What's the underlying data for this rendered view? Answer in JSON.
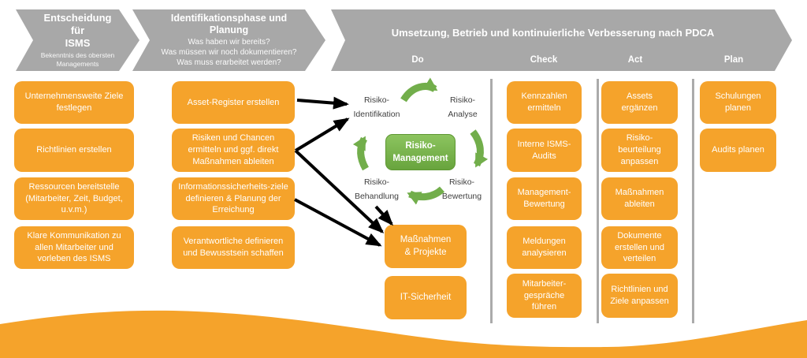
{
  "colors": {
    "orange": "#f5a32b",
    "gray": "#a8a8a8",
    "green_arrow": "#72ae4b",
    "green_box_top": "#8cc45f",
    "green_box_bottom": "#68a43d",
    "dark_text": "#3f3f3f"
  },
  "phase1": {
    "title": "Entscheidung für\nISMS",
    "subtitle": "Bekenntnis des obersten\nManagements"
  },
  "phase2": {
    "title": "Identifikationsphase und Planung",
    "line1": "Was haben wir bereits?",
    "line2": "Was müssen wir noch dokumentieren?",
    "line3": "Was muss erarbeitet werden?"
  },
  "phase3": {
    "title": "Umsetzung, Betrieb und kontinuierliche Verbesserung nach PDCA",
    "steps": [
      "Do",
      "Check",
      "Act",
      "Plan"
    ]
  },
  "decision_column": {
    "items": [
      "Unternehmensweite Ziele festlegen",
      "Richtlinien erstellen",
      "Ressourcen bereitstelle (Mitarbeiter, Zeit, Budget, u.v.m.)",
      "Klare Kommunikation zu allen Mitarbeiter und vorleben des ISMS"
    ]
  },
  "do_column": {
    "items": [
      "Asset-Register erstellen",
      "Risiken und Chancen ermitteln und ggf. direkt Maßnahmen ableiten",
      "Informationssicherheits-ziele definieren & Planung der Erreichung",
      "Verantwortliche definieren und Bewusstsein schaffen"
    ]
  },
  "cycle": {
    "center": "Risiko-\nManagement",
    "node_top_left": "Risiko-\nIdentifikation",
    "node_top_right": "Risiko-\nAnalyse",
    "node_bottom_left": "Risiko-\nBehandlung",
    "node_bottom_right": "Risiko-\nBewertung",
    "outcome1": "Maßnahmen\n& Projekte",
    "outcome2": "IT-Sicherheit"
  },
  "check_column": {
    "items": [
      "Kennzahlen ermitteln",
      "Interne ISMS-Audits",
      "Management-Bewertung",
      "Meldungen analysieren",
      "Mitarbeiter-gespräche führen"
    ]
  },
  "act_column": {
    "items": [
      "Assets ergänzen",
      "Risiko-beurteilung anpassen",
      "Maßnahmen ableiten",
      "Dokumente erstellen und verteilen",
      "Richtlinien und Ziele anpassen"
    ]
  },
  "plan_column": {
    "items": [
      "Schulungen planen",
      "Audits planen"
    ]
  }
}
